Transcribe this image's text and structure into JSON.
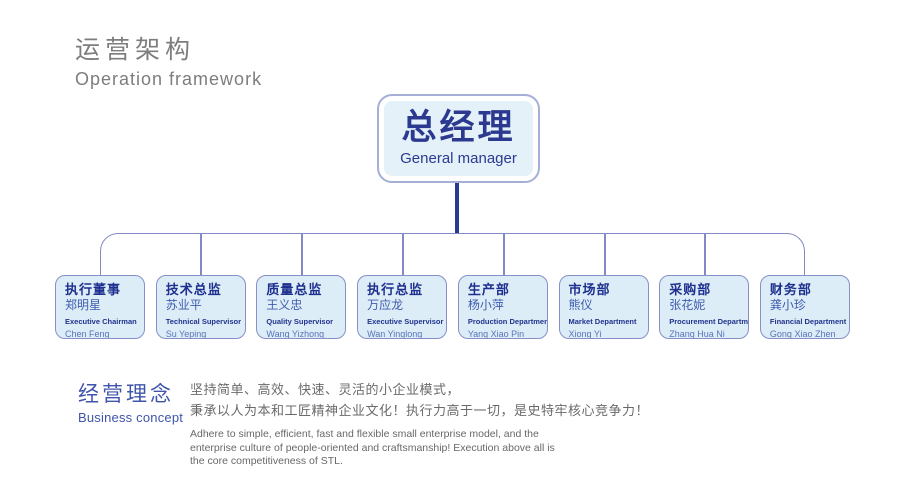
{
  "header": {
    "title_cn": "运营架构",
    "title_en": "Operation framework"
  },
  "org_chart": {
    "root": {
      "title_cn": "总经理",
      "title_en": "General manager"
    },
    "children": [
      {
        "title_cn": "执行董事",
        "name_cn": "郑明星",
        "title_en": "Executive Chairman",
        "name_en": "Chen Feng"
      },
      {
        "title_cn": "技术总监",
        "name_cn": "苏业平",
        "title_en": "Technical Supervisor",
        "name_en": "Su Yeping"
      },
      {
        "title_cn": "质量总监",
        "name_cn": "王义忠",
        "title_en": "Quality Supervisor",
        "name_en": "Wang Yizhong"
      },
      {
        "title_cn": "执行总监",
        "name_cn": "万应龙",
        "title_en": "Executive Supervisor",
        "name_en": "Wan Yinglong"
      },
      {
        "title_cn": "生产部",
        "name_cn": "杨小萍",
        "title_en": "Production Department",
        "name_en": "Yang Xiao Pin"
      },
      {
        "title_cn": "市场部",
        "name_cn": "熊仪",
        "title_en": "Market Department",
        "name_en": "Xiong Yi"
      },
      {
        "title_cn": "采购部",
        "name_cn": "张花妮",
        "title_en": "Procurement Department",
        "name_en": "Zhang Hua Ni"
      },
      {
        "title_cn": "财务部",
        "name_cn": "龚小珍",
        "title_en": "Financial Department",
        "name_en": "Gong Xiao Zhen"
      }
    ]
  },
  "concept": {
    "title_cn": "经营理念",
    "title_en": "Business concept",
    "cn_line1": "坚持简单、高效、快速、灵活的小企业模式，",
    "cn_line2": "秉承以人为本和工匠精神企业文化！执行力高于一切，是史特牢核心竞争力！",
    "en_text": "Adhere to simple, efficient, fast and flexible small enterprise model, and the enterprise culture of people-oriented and craftsmanship! Execution above all is the core competitiveness of STL."
  },
  "colors": {
    "accent_navy": "#2b3990",
    "connector_line": "#8289c4",
    "box_fill": "#dcedf7",
    "box_border": "#8690c7",
    "header_gray": "#7d7d7d",
    "concept_blue": "#3f55ab"
  }
}
